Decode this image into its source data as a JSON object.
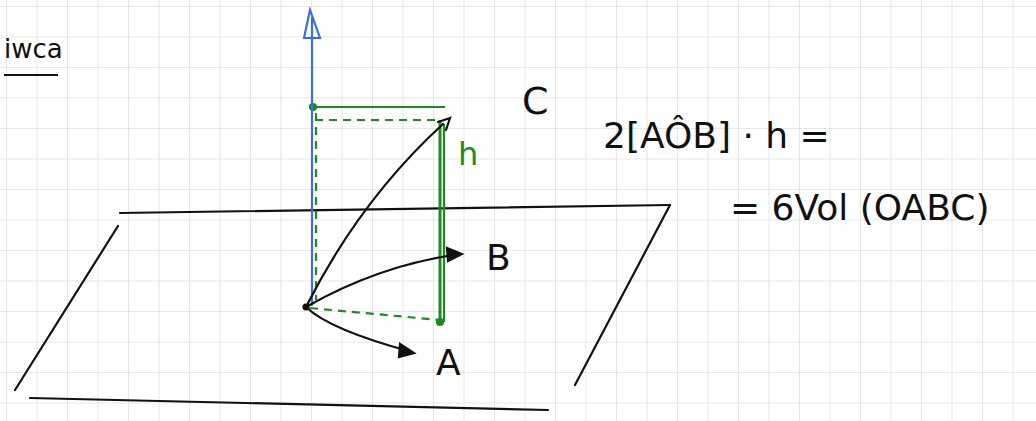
{
  "diagram": {
    "labels": [
      "iwca",
      "C",
      "B",
      "A",
      "h",
      "2[AÔB] · h =",
      "= 6Vol (OABC)"
    ]
  }
}
